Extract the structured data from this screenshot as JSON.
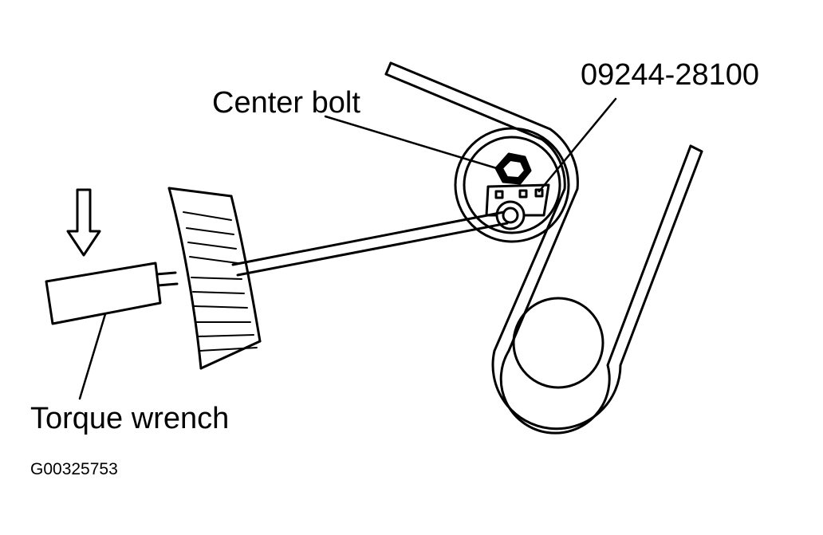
{
  "labels": {
    "center_bolt": "Center bolt",
    "tool_number": "09244-28100",
    "torque_wrench": "Torque wrench",
    "figure_code": "G00325753"
  }
}
